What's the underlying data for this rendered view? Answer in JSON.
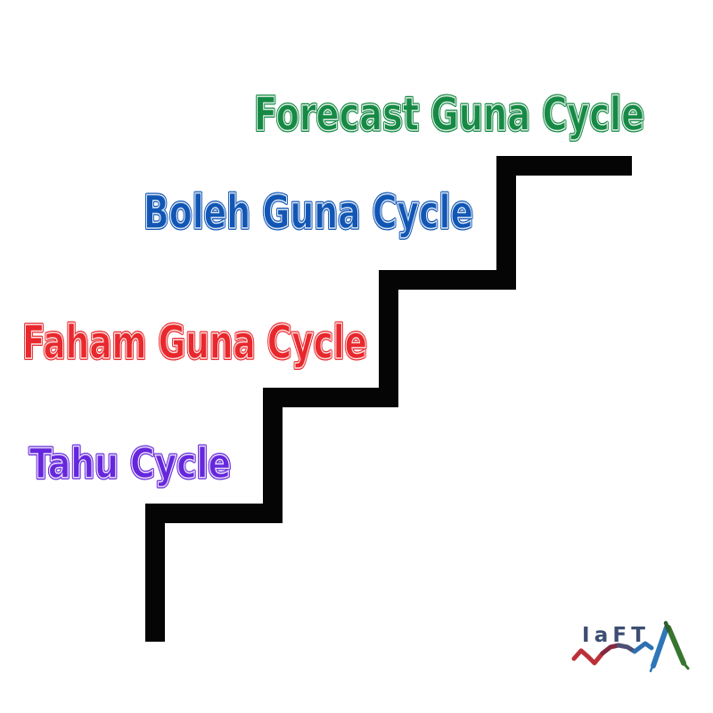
{
  "canvas": {
    "background": "#ffffff"
  },
  "staircase": {
    "color": "#050505",
    "steps_count": 4,
    "direction": "ascending-right"
  },
  "steps": [
    {
      "label": "Tahu Cycle",
      "color": "#6527dc"
    },
    {
      "label": "Faham Guna Cycle",
      "color": "#e8282c"
    },
    {
      "label": "Boleh Guna Cycle",
      "color": "#1156b4"
    },
    {
      "label": "Forecast Guna Cycle",
      "color": "#168944"
    }
  ],
  "logo": {
    "text": "IaFT",
    "text_color": "#3d4e73",
    "colors": {
      "red": "#bb3137",
      "maroon": "#83293f",
      "slate": "#4e4f74",
      "blue": "#2e6fb2",
      "leg_blue": "#2e76b8",
      "green": "#37762f",
      "dark_green": "#2f5d2f"
    }
  }
}
